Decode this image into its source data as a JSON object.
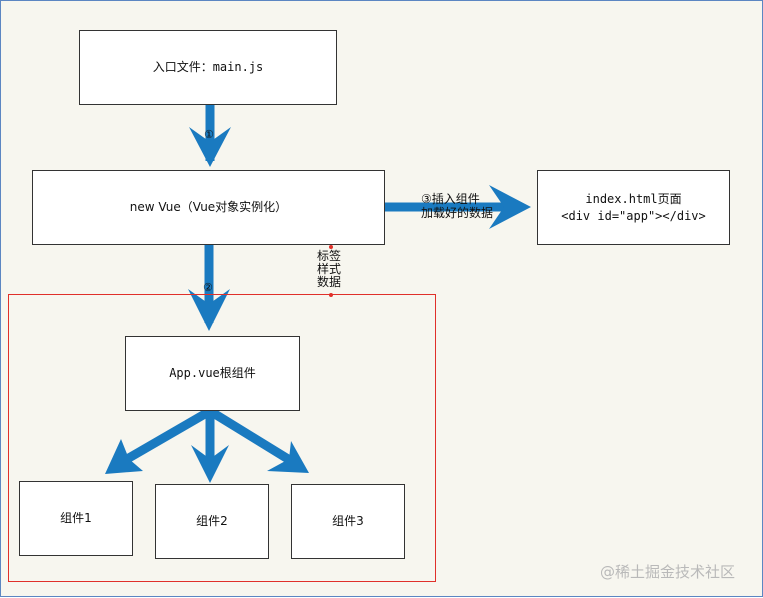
{
  "diagram": {
    "entry_box": "入口文件：main.js",
    "vue_box": "new Vue（Vue对象实例化）",
    "index_box": {
      "line1": "index.html页面",
      "line2": "<div id=\"app\"></div>"
    },
    "app_box": "App.vue根组件",
    "component1": "组件1",
    "component2": "组件2",
    "component3": "组件3",
    "step1_marker": "①",
    "step2_marker": "②",
    "step3_label": {
      "marker": "③",
      "line1": "插入组件",
      "line2": "加载好的数据"
    },
    "side_label": "标签样式数据"
  },
  "watermark": "@稀土掘金技术社区",
  "colors": {
    "arrow": "#1a7ac0",
    "frame": "#e0302a",
    "canvas": "#f7f6ef"
  }
}
